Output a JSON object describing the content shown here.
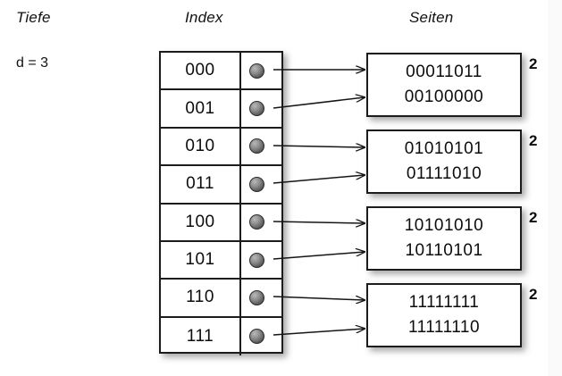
{
  "headings": {
    "left": "Tiefe",
    "middle": "Index",
    "right": "Seiten"
  },
  "global_depth": {
    "label": "d = 3"
  },
  "directory": {
    "entries": [
      {
        "key": "000",
        "pointer_icon": "bullet-icon",
        "target": 0
      },
      {
        "key": "001",
        "pointer_icon": "bullet-icon",
        "target": 0
      },
      {
        "key": "010",
        "pointer_icon": "bullet-icon",
        "target": 1
      },
      {
        "key": "011",
        "pointer_icon": "bullet-icon",
        "target": 1
      },
      {
        "key": "100",
        "pointer_icon": "bullet-icon",
        "target": 2
      },
      {
        "key": "101",
        "pointer_icon": "bullet-icon",
        "target": 2
      },
      {
        "key": "110",
        "pointer_icon": "bullet-icon",
        "target": 3
      },
      {
        "key": "111",
        "pointer_icon": "bullet-icon",
        "target": 3
      }
    ]
  },
  "pages": [
    {
      "lines": [
        "00011011",
        "00100000"
      ],
      "local_depth": "2"
    },
    {
      "lines": [
        "01010101",
        "01111010"
      ],
      "local_depth": "2"
    },
    {
      "lines": [
        "10101010",
        "10110101"
      ],
      "local_depth": "2"
    },
    {
      "lines": [
        "11111111",
        "11111110"
      ],
      "local_depth": "2"
    }
  ],
  "colors": {
    "ink": "#1c1c1c",
    "text": "#0d0d0d",
    "background": "#ffffff",
    "bullet": "#8d8d8d"
  }
}
